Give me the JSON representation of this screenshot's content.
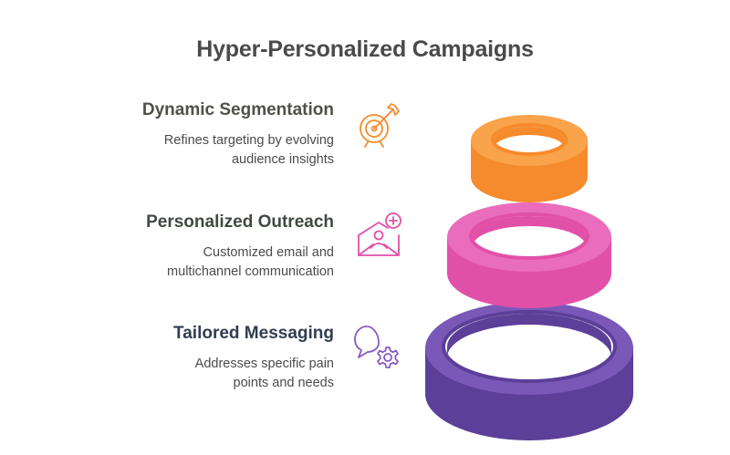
{
  "title": "Hyper-Personalized Campaigns",
  "items": [
    {
      "heading": "Dynamic Segmentation",
      "line1": "Refines targeting by evolving",
      "line2": "audience insights",
      "color": "#f58b2c",
      "heading_color": "#50504a",
      "icon": "target-arrow-icon"
    },
    {
      "heading": "Personalized Outreach",
      "line1": "Customized email and",
      "line2": "multichannel communication",
      "color": "#e150a8",
      "heading_color": "#3f4a3f",
      "icon": "envelope-person-plus-icon"
    },
    {
      "heading": "Tailored Messaging",
      "line1": "Addresses specific pain",
      "line2": "points and needs",
      "color": "#5b3f98",
      "heading_color": "#2f3e52",
      "icon": "chat-bubble-gear-icon"
    }
  ]
}
